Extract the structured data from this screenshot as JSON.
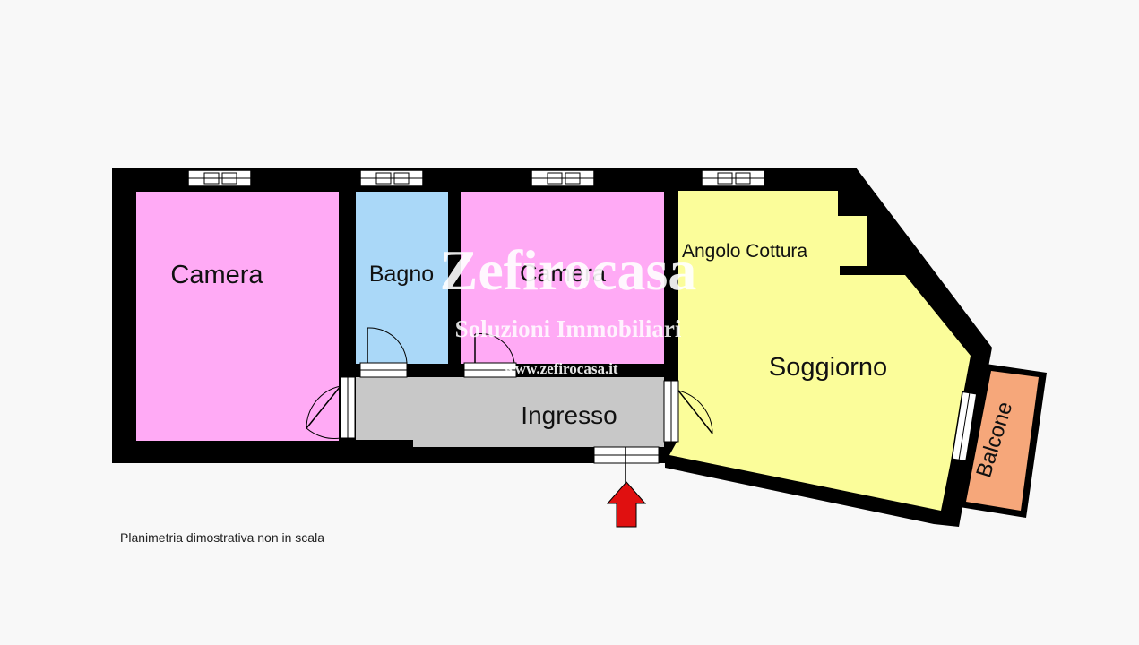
{
  "rooms": {
    "camera_1": "Camera",
    "bagno": "Bagno",
    "camera_2": "Camera",
    "angolo_cottura": "Angolo Cottura",
    "soggiorno": "Soggiorno",
    "ingresso": "Ingresso",
    "balcone": "Balcone"
  },
  "watermark": {
    "brand": "Zefirocasa",
    "tagline": "Soluzioni Immobiliari",
    "url": "www.zefirocasa.it"
  },
  "note": "Planimetria dimostrativa non in scala",
  "colors": {
    "camera": "#ffaaf5",
    "bagno": "#aad8f8",
    "soggiorno": "#fbfd9a",
    "ingresso": "#c8c8c8",
    "balcone": "#f6a77a",
    "wall": "#000000",
    "entrance_arrow": "#e01010"
  },
  "icons": {
    "entrance": "red-up-arrow-icon"
  }
}
